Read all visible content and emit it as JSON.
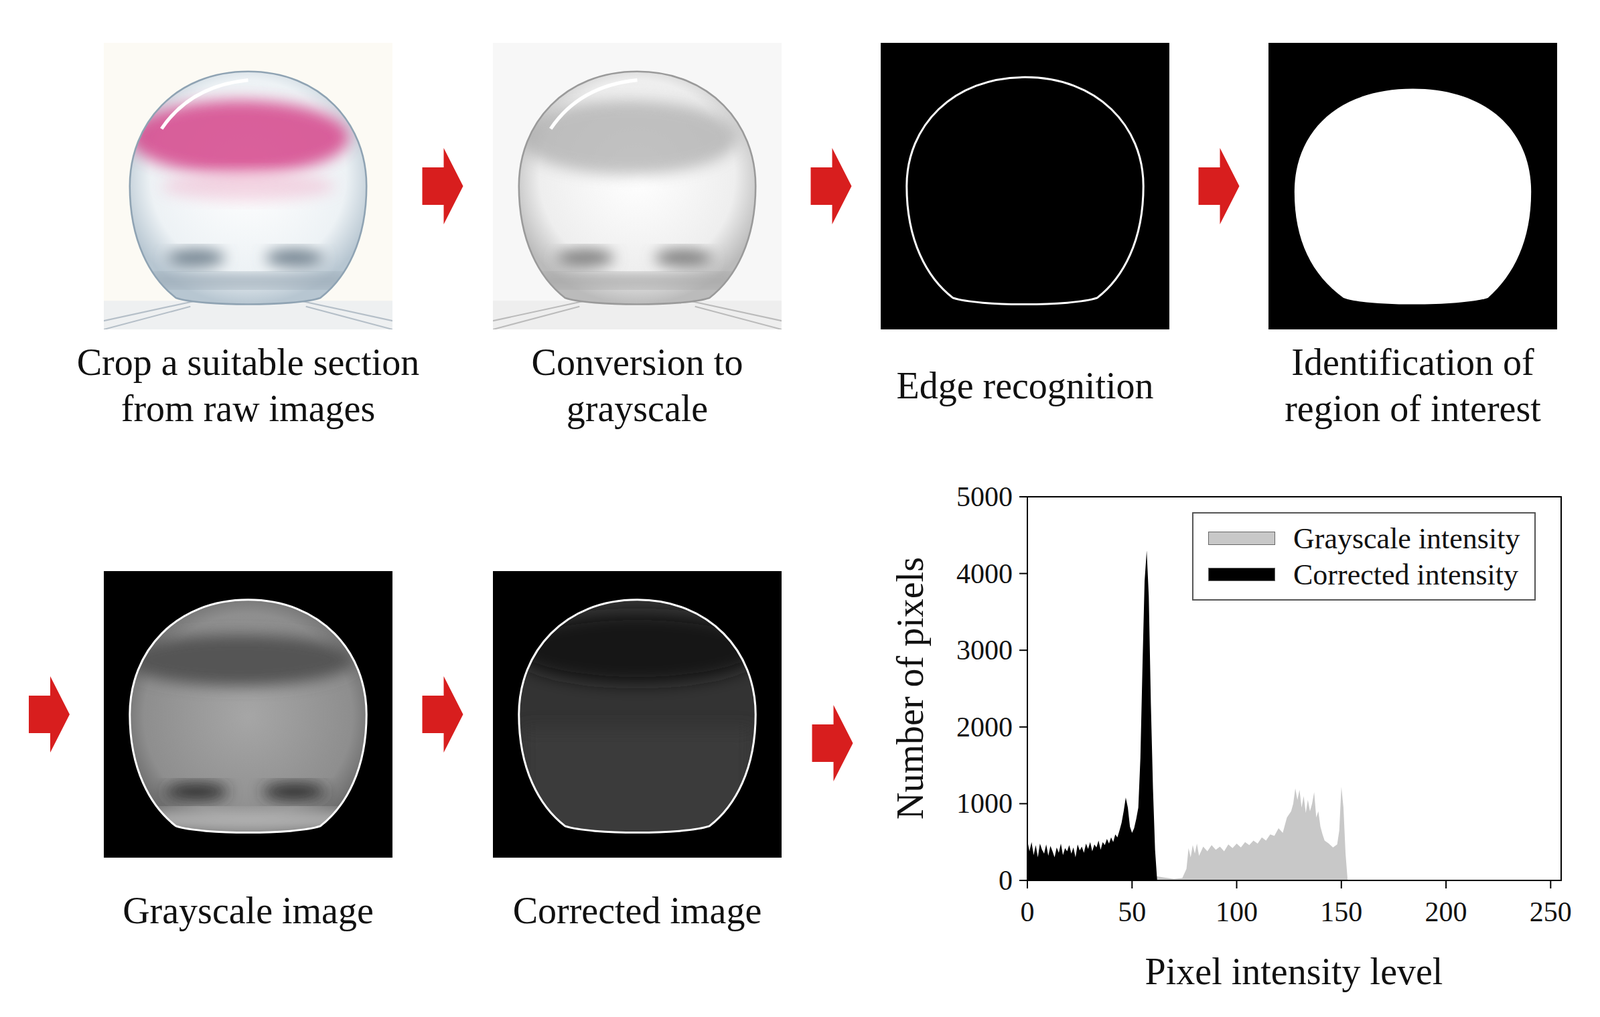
{
  "diagram": {
    "nodes": [
      {
        "text": [
          "Crop a suitable section from raw images"
        ]
      },
      {
        "text": [
          "Conversion to grayscale"
        ]
      },
      {
        "text": [
          "Edge recognition"
        ]
      },
      {
        "text": [
          "Identification of region of interest"
        ]
      },
      {
        "text": [
          "Grayscale image"
        ]
      },
      {
        "text": [
          "Corrected image"
        ]
      },
      {
        "text": [
          "Number of pixels",
          "Pixel intensity level"
        ]
      }
    ],
    "edges": [
      {
        "from": 0,
        "to": 1,
        "arrow": "to"
      },
      {
        "from": 1,
        "to": 2,
        "arrow": "to"
      },
      {
        "from": 2,
        "to": 3,
        "arrow": "to"
      },
      {
        "from": 3,
        "to": 4,
        "arrow": "to"
      },
      {
        "from": 4,
        "to": 5,
        "arrow": "to"
      },
      {
        "from": 5,
        "to": 6,
        "arrow": "to"
      }
    ],
    "labels": [
      "0",
      "1000",
      "2000",
      "3000",
      "4000",
      "5000",
      "0",
      "50",
      "100",
      "150",
      "200",
      "250"
    ],
    "legend": [
      {
        "text": "Grayscale intensity",
        "color": "#c8c8c8"
      },
      {
        "text": "Corrected intensity",
        "color": "#000000"
      }
    ]
  }
}
